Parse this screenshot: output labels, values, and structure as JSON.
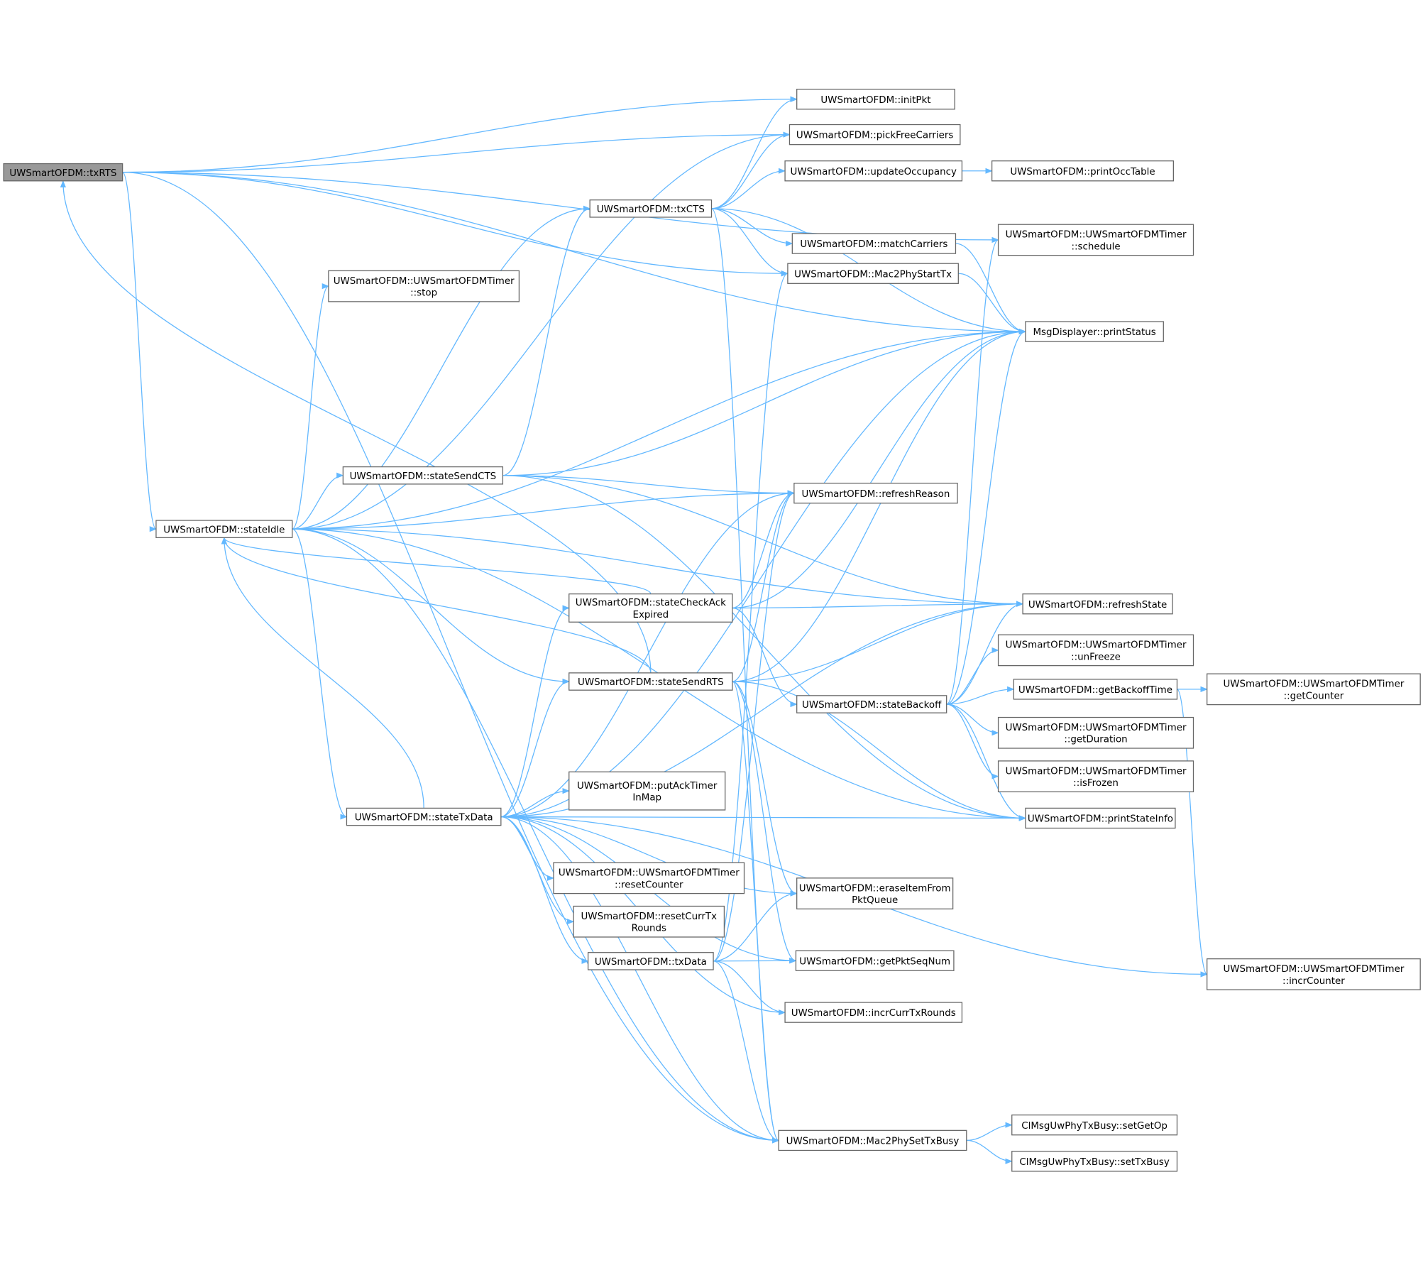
{
  "graph": {
    "type": "call-graph",
    "root": "txRTS",
    "nodes": [
      {
        "id": "txRTS",
        "lines": [
          "UWSmartOFDM::txRTS"
        ]
      },
      {
        "id": "initPkt",
        "lines": [
          "UWSmartOFDM::initPkt"
        ]
      },
      {
        "id": "pickFreeCarriers",
        "lines": [
          "UWSmartOFDM::pickFreeCarriers"
        ]
      },
      {
        "id": "updateOccupancy",
        "lines": [
          "UWSmartOFDM::updateOccupancy"
        ]
      },
      {
        "id": "printOccTable",
        "lines": [
          "UWSmartOFDM::printOccTable"
        ]
      },
      {
        "id": "txCTS",
        "lines": [
          "UWSmartOFDM::txCTS"
        ]
      },
      {
        "id": "matchCarriers",
        "lines": [
          "UWSmartOFDM::matchCarriers"
        ]
      },
      {
        "id": "schedule",
        "lines": [
          "UWSmartOFDM::UWSmartOFDMTimer",
          "::schedule"
        ]
      },
      {
        "id": "Mac2PhyStartTx",
        "lines": [
          "UWSmartOFDM::Mac2PhyStartTx"
        ]
      },
      {
        "id": "stop",
        "lines": [
          "UWSmartOFDM::UWSmartOFDMTimer",
          "::stop"
        ]
      },
      {
        "id": "printStatus",
        "lines": [
          "MsgDisplayer::printStatus"
        ]
      },
      {
        "id": "stateSendCTS",
        "lines": [
          "UWSmartOFDM::stateSendCTS"
        ]
      },
      {
        "id": "refreshReason",
        "lines": [
          "UWSmartOFDM::refreshReason"
        ]
      },
      {
        "id": "stateIdle",
        "lines": [
          "UWSmartOFDM::stateIdle"
        ]
      },
      {
        "id": "stateCheckAckExpired",
        "lines": [
          "UWSmartOFDM::stateCheckAck",
          "Expired"
        ]
      },
      {
        "id": "refreshState",
        "lines": [
          "UWSmartOFDM::refreshState"
        ]
      },
      {
        "id": "unFreeze",
        "lines": [
          "UWSmartOFDM::UWSmartOFDMTimer",
          "::unFreeze"
        ]
      },
      {
        "id": "stateSendRTS",
        "lines": [
          "UWSmartOFDM::stateSendRTS"
        ]
      },
      {
        "id": "stateBackoff",
        "lines": [
          "UWSmartOFDM::stateBackoff"
        ]
      },
      {
        "id": "getBackoffTime",
        "lines": [
          "UWSmartOFDM::getBackoffTime"
        ]
      },
      {
        "id": "getCounter",
        "lines": [
          "UWSmartOFDM::UWSmartOFDMTimer",
          "::getCounter"
        ]
      },
      {
        "id": "getDuration",
        "lines": [
          "UWSmartOFDM::UWSmartOFDMTimer",
          "::getDuration"
        ]
      },
      {
        "id": "isFrozen",
        "lines": [
          "UWSmartOFDM::UWSmartOFDMTimer",
          "::isFrozen"
        ]
      },
      {
        "id": "printStateInfo",
        "lines": [
          "UWSmartOFDM::printStateInfo"
        ]
      },
      {
        "id": "putAckTimerInMap",
        "lines": [
          "UWSmartOFDM::putAckTimer",
          "InMap"
        ]
      },
      {
        "id": "stateTxData",
        "lines": [
          "UWSmartOFDM::stateTxData"
        ]
      },
      {
        "id": "resetCounter",
        "lines": [
          "UWSmartOFDM::UWSmartOFDMTimer",
          "::resetCounter"
        ]
      },
      {
        "id": "eraseItemFromPktQueue",
        "lines": [
          "UWSmartOFDM::eraseItemFrom",
          "PktQueue"
        ]
      },
      {
        "id": "resetCurrTxRounds",
        "lines": [
          "UWSmartOFDM::resetCurrTx",
          "Rounds"
        ]
      },
      {
        "id": "txData",
        "lines": [
          "UWSmartOFDM::txData"
        ]
      },
      {
        "id": "getPktSeqNum",
        "lines": [
          "UWSmartOFDM::getPktSeqNum"
        ]
      },
      {
        "id": "incrCounter",
        "lines": [
          "UWSmartOFDM::UWSmartOFDMTimer",
          "::incrCounter"
        ]
      },
      {
        "id": "incrCurrTxRounds",
        "lines": [
          "UWSmartOFDM::incrCurrTxRounds"
        ]
      },
      {
        "id": "Mac2PhySetTxBusy",
        "lines": [
          "UWSmartOFDM::Mac2PhySetTxBusy"
        ]
      },
      {
        "id": "setGetOp",
        "lines": [
          "ClMsgUwPhyTxBusy::setGetOp"
        ]
      },
      {
        "id": "setTxBusy",
        "lines": [
          "ClMsgUwPhyTxBusy::setTxBusy"
        ]
      }
    ],
    "edges": [
      [
        "txRTS",
        "initPkt"
      ],
      [
        "txRTS",
        "pickFreeCarriers"
      ],
      [
        "txRTS",
        "schedule"
      ],
      [
        "txRTS",
        "printStatus"
      ],
      [
        "txRTS",
        "Mac2PhyStartTx"
      ],
      [
        "txRTS",
        "stateIdle"
      ],
      [
        "txRTS",
        "Mac2PhySetTxBusy"
      ],
      [
        "stateIdle",
        "pickFreeCarriers"
      ],
      [
        "stateIdle",
        "txCTS"
      ],
      [
        "stateIdle",
        "stop"
      ],
      [
        "stateIdle",
        "printStatus"
      ],
      [
        "stateIdle",
        "refreshState"
      ],
      [
        "stateIdle",
        "stateSendCTS"
      ],
      [
        "stateIdle",
        "refreshReason"
      ],
      [
        "stateIdle",
        "stateTxData"
      ],
      [
        "stateIdle",
        "stateSendRTS"
      ],
      [
        "stateIdle",
        "printStateInfo"
      ],
      [
        "stateIdle",
        "Mac2PhySetTxBusy"
      ],
      [
        "txCTS",
        "initPkt"
      ],
      [
        "txCTS",
        "pickFreeCarriers"
      ],
      [
        "txCTS",
        "updateOccupancy"
      ],
      [
        "txCTS",
        "printStatus"
      ],
      [
        "txCTS",
        "matchCarriers"
      ],
      [
        "txCTS",
        "Mac2PhyStartTx"
      ],
      [
        "txCTS",
        "Mac2PhySetTxBusy"
      ],
      [
        "updateOccupancy",
        "printOccTable"
      ],
      [
        "matchCarriers",
        "printStatus"
      ],
      [
        "Mac2PhyStartTx",
        "printStatus"
      ],
      [
        "stateSendCTS",
        "txCTS"
      ],
      [
        "stateSendCTS",
        "printStatus"
      ],
      [
        "stateSendCTS",
        "refreshState"
      ],
      [
        "stateSendCTS",
        "refreshReason"
      ],
      [
        "stateSendCTS",
        "printStateInfo"
      ],
      [
        "stateCheckAckExpired",
        "stateIdle"
      ],
      [
        "stateCheckAckExpired",
        "refreshReason"
      ],
      [
        "stateCheckAckExpired",
        "printStatus"
      ],
      [
        "stateCheckAckExpired",
        "refreshState"
      ],
      [
        "stateCheckAckExpired",
        "stateBackoff"
      ],
      [
        "stateSendRTS",
        "stateIdle"
      ],
      [
        "stateSendRTS",
        "txRTS"
      ],
      [
        "stateSendRTS",
        "printStatus"
      ],
      [
        "stateSendRTS",
        "refreshState"
      ],
      [
        "stateSendRTS",
        "refreshReason"
      ],
      [
        "stateSendRTS",
        "eraseItemFromPktQueue"
      ],
      [
        "stateSendRTS",
        "getPktSeqNum"
      ],
      [
        "stateSendRTS",
        "Mac2PhySetTxBusy"
      ],
      [
        "stateSendRTS",
        "printStateInfo"
      ],
      [
        "stateBackoff",
        "schedule"
      ],
      [
        "stateBackoff",
        "printStatus"
      ],
      [
        "stateBackoff",
        "refreshState"
      ],
      [
        "stateBackoff",
        "unFreeze"
      ],
      [
        "stateBackoff",
        "getBackoffTime"
      ],
      [
        "stateBackoff",
        "getDuration"
      ],
      [
        "stateBackoff",
        "isFrozen"
      ],
      [
        "stateBackoff",
        "printStateInfo"
      ],
      [
        "getBackoffTime",
        "getCounter"
      ],
      [
        "getBackoffTime",
        "incrCounter"
      ],
      [
        "stateTxData",
        "stateIdle"
      ],
      [
        "stateTxData",
        "printStatus"
      ],
      [
        "stateTxData",
        "refreshReason"
      ],
      [
        "stateTxData",
        "stateCheckAckExpired"
      ],
      [
        "stateTxData",
        "stateSendRTS"
      ],
      [
        "stateTxData",
        "refreshState"
      ],
      [
        "stateTxData",
        "putAckTimerInMap"
      ],
      [
        "stateTxData",
        "resetCounter"
      ],
      [
        "stateTxData",
        "resetCurrTxRounds"
      ],
      [
        "stateTxData",
        "txData"
      ],
      [
        "stateTxData",
        "eraseItemFromPktQueue"
      ],
      [
        "stateTxData",
        "getPktSeqNum"
      ],
      [
        "stateTxData",
        "incrCurrTxRounds"
      ],
      [
        "stateTxData",
        "Mac2PhySetTxBusy"
      ],
      [
        "stateTxData",
        "incrCounter"
      ],
      [
        "stateTxData",
        "printStateInfo"
      ],
      [
        "txData",
        "eraseItemFromPktQueue"
      ],
      [
        "txData",
        "getPktSeqNum"
      ],
      [
        "txData",
        "incrCurrTxRounds"
      ],
      [
        "txData",
        "Mac2PhySetTxBusy"
      ],
      [
        "txData",
        "refreshReason"
      ],
      [
        "txData",
        "Mac2PhyStartTx"
      ],
      [
        "Mac2PhySetTxBusy",
        "setGetOp"
      ],
      [
        "Mac2PhySetTxBusy",
        "setTxBusy"
      ]
    ]
  },
  "colors": {
    "edge": "#63b8ff",
    "root_fill": "#999999",
    "node_border": "#666666"
  }
}
